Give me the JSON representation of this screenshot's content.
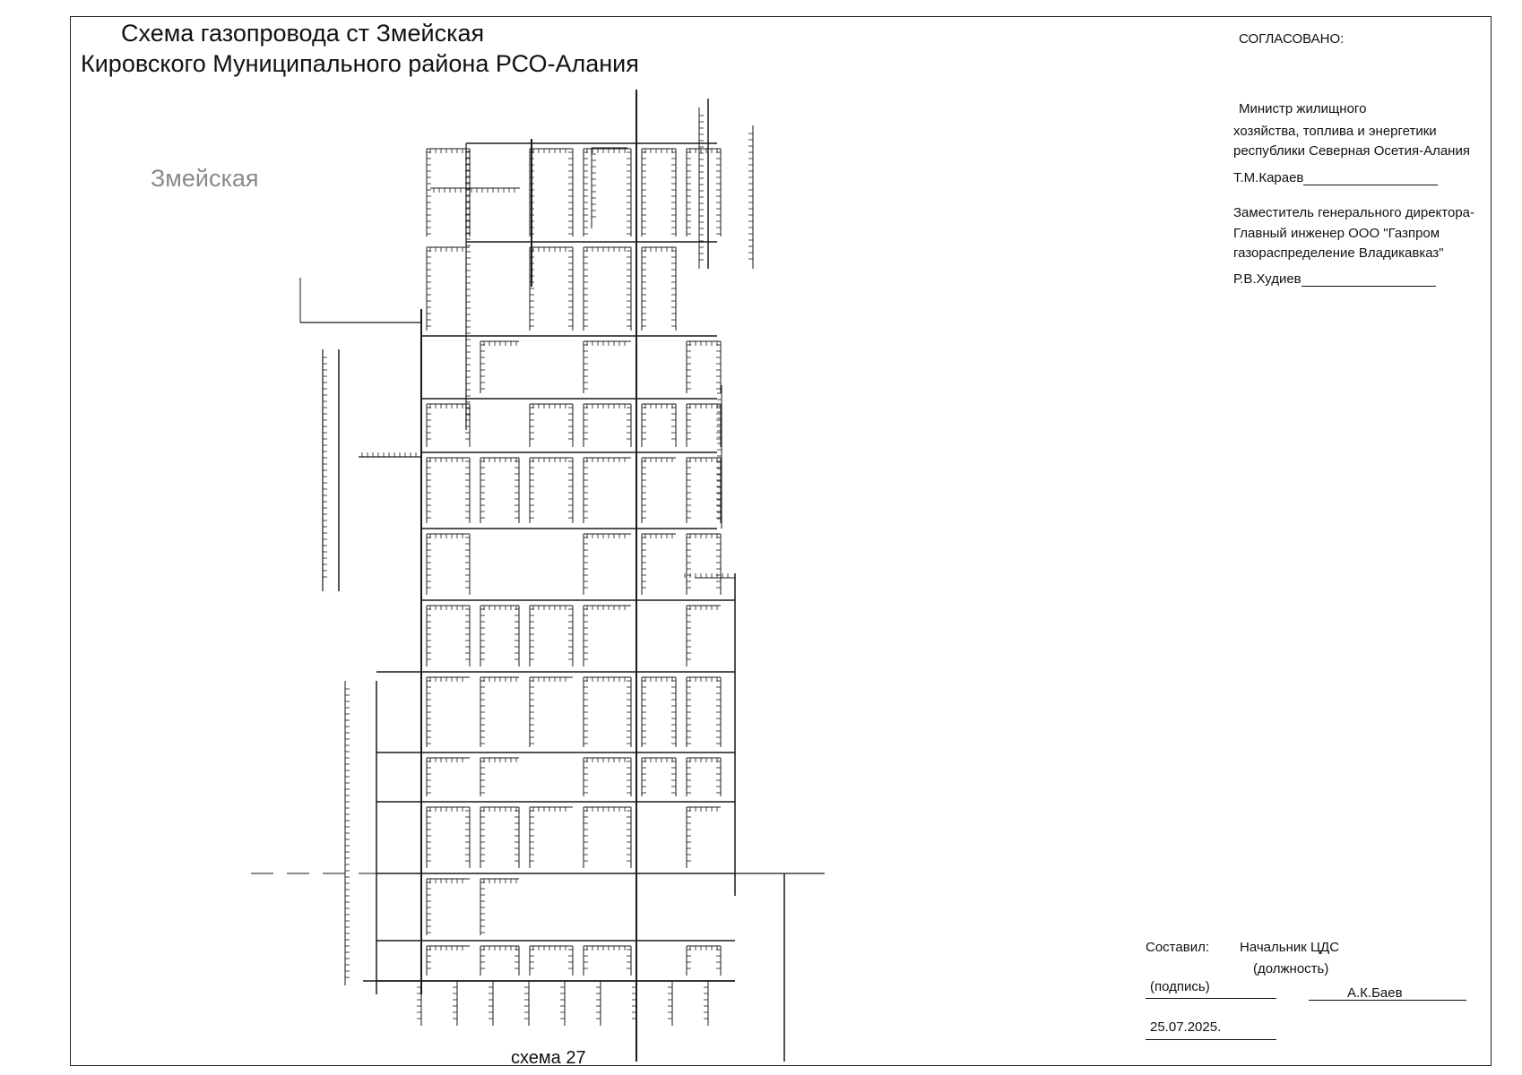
{
  "title_line1": "Схема газопровода ст Змейская",
  "title_line2": "Кировского  Муниципального района РСО-Алания",
  "village": "Змейская",
  "approval": {
    "heading": "СОГЛАСОВАНО:",
    "signer1_line1": "Министр жилищного",
    "signer1_line2": "хозяйства, топлива и энергетики",
    "signer1_line3": "республики Северная Осетия-Алания",
    "signer1_name": "Т.М.Караев",
    "signer2_line1": "Заместитель генерального директора-",
    "signer2_line2": "Главный инженер  ООО \"Газпром",
    "signer2_line3": "газораспределение Владикавказ\"",
    "signer2_name": "Р.В.Худиев"
  },
  "compiled": {
    "label": "Составил:",
    "position": "Начальник ЦДС",
    "position_caption": "(должность)",
    "signature_caption": "(подпись)",
    "name": "А.К.Баев",
    "date": "25.07.2025."
  },
  "scheme_number": "схема 27",
  "colors": {
    "pipe": "#1a1a1a",
    "gray_label": "#8a8a8a"
  }
}
